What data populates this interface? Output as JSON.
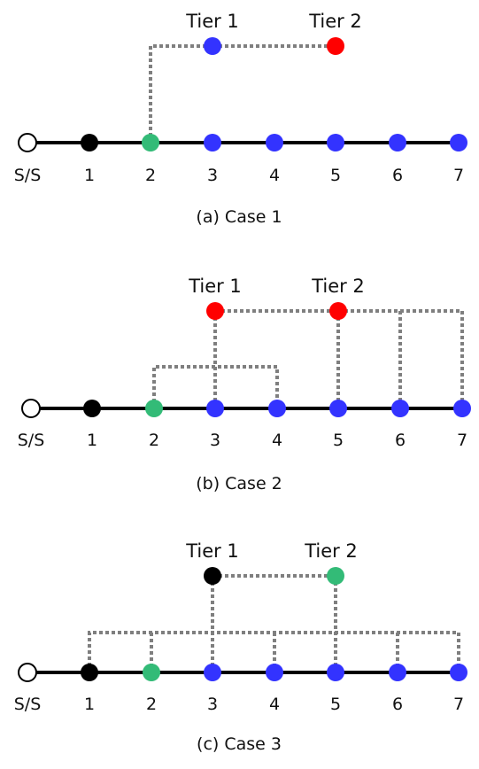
{
  "node_labels": [
    "S/S",
    "1",
    "2",
    "3",
    "4",
    "5",
    "6",
    "7"
  ],
  "colors": {
    "blue": "#3333ff",
    "red": "#ff0000",
    "green": "#33bb77",
    "black": "#000000",
    "white": "#ffffff",
    "link": "#7f7f7f"
  },
  "cases": [
    {
      "caption": "(a) Case 1",
      "tier1_label": "Tier 1",
      "tier2_label": "Tier 2",
      "bus_node_colors": [
        "white",
        "black",
        "green",
        "blue",
        "blue",
        "blue",
        "blue",
        "blue"
      ],
      "tier1_color": "blue",
      "tier2_color": "red"
    },
    {
      "caption": "(b) Case 2",
      "tier1_label": "Tier 1",
      "tier2_label": "Tier 2",
      "bus_node_colors": [
        "white",
        "black",
        "green",
        "blue",
        "blue",
        "blue",
        "blue",
        "blue"
      ],
      "tier1_color": "red",
      "tier2_color": "red"
    },
    {
      "caption": "(c) Case 3",
      "tier1_label": "Tier 1",
      "tier2_label": "Tier 2",
      "bus_node_colors": [
        "white",
        "black",
        "green",
        "blue",
        "blue",
        "blue",
        "blue",
        "blue"
      ],
      "tier1_color": "black",
      "tier2_color": "green"
    }
  ]
}
